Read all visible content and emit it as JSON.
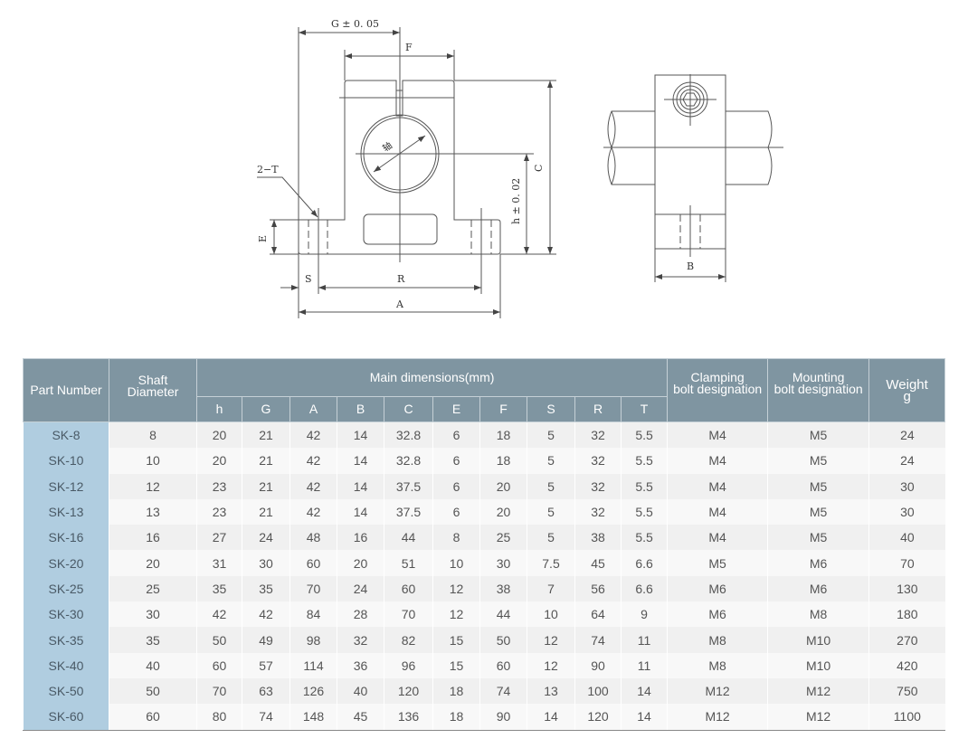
{
  "drawing": {
    "front_labels": {
      "G": "G ± 0. 05",
      "F": "F",
      "C": "C",
      "h": "h ± 0. 02",
      "E": "E",
      "S": "S",
      "R": "R",
      "A": "A",
      "T": "2−T",
      "shaft": "轴"
    },
    "side_labels": {
      "B": "B"
    }
  },
  "table": {
    "headers": {
      "part_number": "Part Number",
      "shaft_diameter": [
        "Shaft",
        "Diameter"
      ],
      "main_dimensions": "Main dimensions(mm)",
      "dims": [
        "h",
        "G",
        "A",
        "B",
        "C",
        "E",
        "F",
        "S",
        "R",
        "T"
      ],
      "clamping": [
        "Clamping",
        "bolt designation"
      ],
      "mounting": [
        "Mounting",
        "bolt designation"
      ],
      "weight": [
        "Weight",
        "g"
      ]
    },
    "rows": [
      [
        "SK-8",
        "8",
        "20",
        "21",
        "42",
        "14",
        "32.8",
        "6",
        "18",
        "5",
        "32",
        "5.5",
        "M4",
        "M5",
        "24"
      ],
      [
        "SK-10",
        "10",
        "20",
        "21",
        "42",
        "14",
        "32.8",
        "6",
        "18",
        "5",
        "32",
        "5.5",
        "M4",
        "M5",
        "24"
      ],
      [
        "SK-12",
        "12",
        "23",
        "21",
        "42",
        "14",
        "37.5",
        "6",
        "20",
        "5",
        "32",
        "5.5",
        "M4",
        "M5",
        "30"
      ],
      [
        "SK-13",
        "13",
        "23",
        "21",
        "42",
        "14",
        "37.5",
        "6",
        "20",
        "5",
        "32",
        "5.5",
        "M4",
        "M5",
        "30"
      ],
      [
        "SK-16",
        "16",
        "27",
        "24",
        "48",
        "16",
        "44",
        "8",
        "25",
        "5",
        "38",
        "5.5",
        "M4",
        "M5",
        "40"
      ],
      [
        "SK-20",
        "20",
        "31",
        "30",
        "60",
        "20",
        "51",
        "10",
        "30",
        "7.5",
        "45",
        "6.6",
        "M5",
        "M6",
        "70"
      ],
      [
        "SK-25",
        "25",
        "35",
        "35",
        "70",
        "24",
        "60",
        "12",
        "38",
        "7",
        "56",
        "6.6",
        "M6",
        "M6",
        "130"
      ],
      [
        "SK-30",
        "30",
        "42",
        "42",
        "84",
        "28",
        "70",
        "12",
        "44",
        "10",
        "64",
        "9",
        "M6",
        "M8",
        "180"
      ],
      [
        "SK-35",
        "35",
        "50",
        "49",
        "98",
        "32",
        "82",
        "15",
        "50",
        "12",
        "74",
        "11",
        "M8",
        "M10",
        "270"
      ],
      [
        "SK-40",
        "40",
        "60",
        "57",
        "114",
        "36",
        "96",
        "15",
        "60",
        "12",
        "90",
        "11",
        "M8",
        "M10",
        "420"
      ],
      [
        "SK-50",
        "50",
        "70",
        "63",
        "126",
        "40",
        "120",
        "18",
        "74",
        "13",
        "100",
        "14",
        "M12",
        "M12",
        "750"
      ],
      [
        "SK-60",
        "60",
        "80",
        "74",
        "148",
        "45",
        "136",
        "18",
        "90",
        "14",
        "120",
        "14",
        "M12",
        "M12",
        "1100"
      ]
    ]
  }
}
